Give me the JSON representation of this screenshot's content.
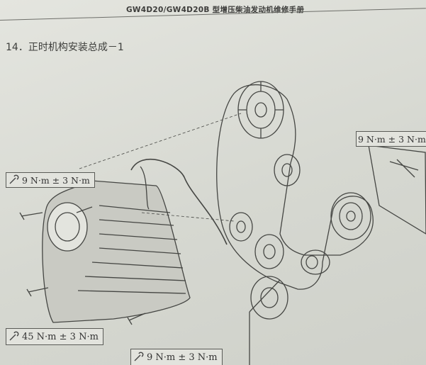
{
  "header": {
    "title": "GW4D20/GW4D20B 型增压柴油发动机维修手册"
  },
  "section": {
    "title": "14．正时机构安装总成－1"
  },
  "torque_specs": [
    {
      "label": "9 N·m ± 3 N·m"
    },
    {
      "label": "9 N·m ± 3 N·m"
    },
    {
      "label": "45 N·m ± 3 N·m"
    },
    {
      "label": "9 N·m ± 3 N·m"
    }
  ],
  "icons": {
    "torque": "torque-wrench-icon"
  }
}
